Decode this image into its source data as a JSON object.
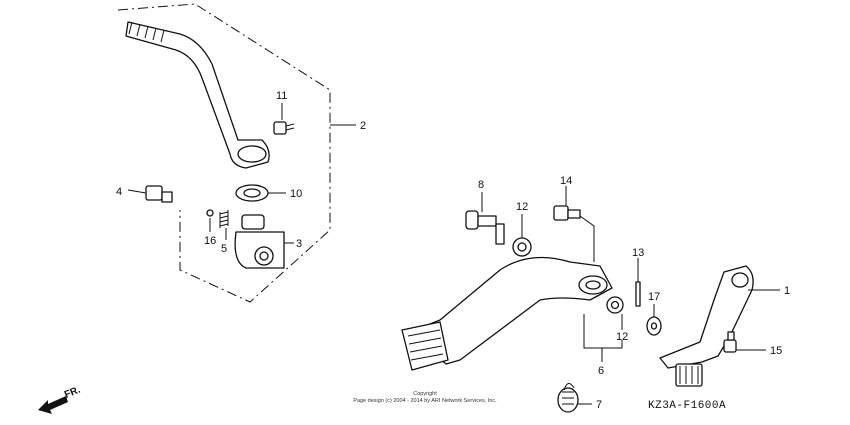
{
  "callouts": [
    "1",
    "2",
    "3",
    "4",
    "5",
    "6",
    "7",
    "8",
    "10",
    "11",
    "12",
    "12",
    "13",
    "14",
    "15",
    "16",
    "17"
  ],
  "front_arrow_label": "FR.",
  "copyright": {
    "line1": "Copyright",
    "line2": "Page design (c) 2004 - 2014 by ARI Network Services, Inc."
  },
  "diagram_code": "KZ3A-F1600A"
}
